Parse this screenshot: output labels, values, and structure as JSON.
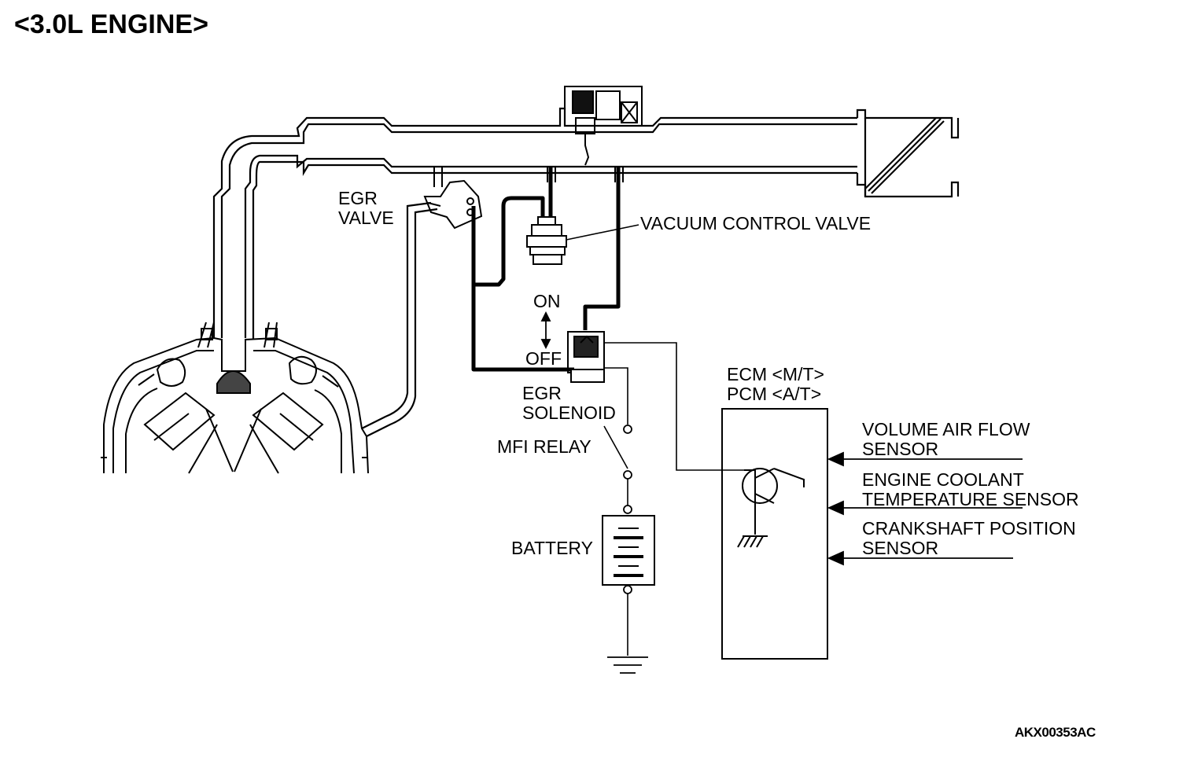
{
  "title": "<3.0L ENGINE>",
  "figure_id": "AKX00353AC",
  "labels": {
    "egr_valve": [
      "EGR",
      "VALVE"
    ],
    "vacuum_control_valve": "VACUUM CONTROL VALVE",
    "switch_on": "ON",
    "switch_off": "OFF",
    "egr_solenoid": [
      "EGR",
      "SOLENOID"
    ],
    "mfi_relay": "MFI RELAY",
    "battery": "BATTERY",
    "ecm_pcm": [
      "ECM <M/T>",
      "PCM <A/T>"
    ]
  },
  "sensors": [
    [
      "VOLUME AIR FLOW",
      "SENSOR"
    ],
    [
      "ENGINE COOLANT",
      "TEMPERATURE SENSOR"
    ],
    [
      "CRANKSHAFT POSITION",
      "SENSOR"
    ]
  ]
}
